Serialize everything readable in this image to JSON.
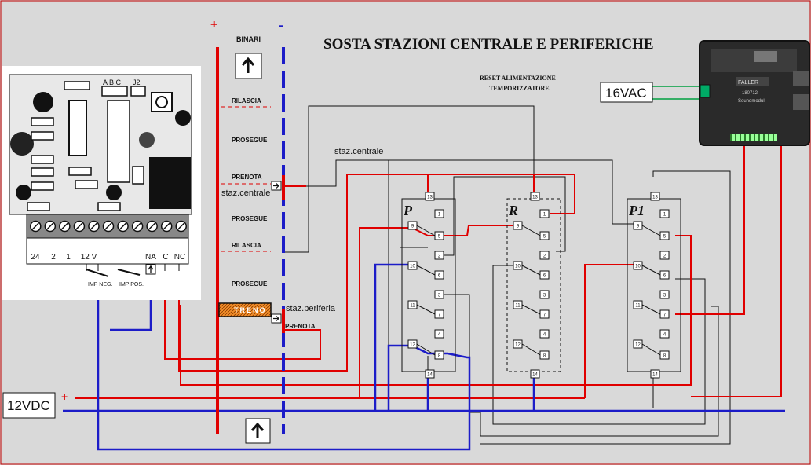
{
  "title": "SOSTA STAZIONI CENTRALE E PERIFERICHE",
  "rails": {
    "plus": "+",
    "minus": "-",
    "label": "BINARI"
  },
  "track_labels": {
    "rilascia": "RILASCIA",
    "prosegue": "PROSEGUE",
    "prenota": "PRENOTA",
    "treno": "TRENO"
  },
  "station_labels": {
    "centrale": "staz.centrale",
    "periferia": "staz.periferia"
  },
  "reset_label": [
    "RESET ALIMENTAZIONE",
    "TEMPORIZZATORE"
  ],
  "power": {
    "ac": "16VAC",
    "dc": "12VDC",
    "dc_plus": "+",
    "dc_minus": "-"
  },
  "board": {
    "jumpers": [
      "A B C",
      "J2"
    ],
    "terminals": [
      "24",
      "2",
      "1",
      "12 V",
      "",
      "",
      "NA",
      "C",
      "NC"
    ],
    "inputs": [
      "IMP NEG.",
      "IMP POS."
    ]
  },
  "faller": {
    "brand": "FALLER",
    "model": "180712",
    "name": "Soundmodul"
  },
  "relays": [
    {
      "letter": "P",
      "pins": [
        "13",
        "1",
        "9",
        "5",
        "2",
        "10",
        "6",
        "3",
        "11",
        "7",
        "4",
        "12",
        "8",
        "14"
      ]
    },
    {
      "letter": "R",
      "pins": [
        "13",
        "1",
        "9",
        "5",
        "2",
        "10",
        "6",
        "3",
        "11",
        "7",
        "4",
        "12",
        "8",
        "14"
      ]
    },
    {
      "letter": "P1",
      "pins": [
        "13",
        "1",
        "9",
        "5",
        "2",
        "10",
        "6",
        "3",
        "11",
        "7",
        "4",
        "12",
        "8",
        "14"
      ]
    }
  ],
  "colors": {
    "background": "#d9d9d9",
    "red": "#e00000",
    "blue": "#1c1cc8",
    "black": "#111111",
    "green": "#00a040",
    "treno": "#f08c28"
  }
}
